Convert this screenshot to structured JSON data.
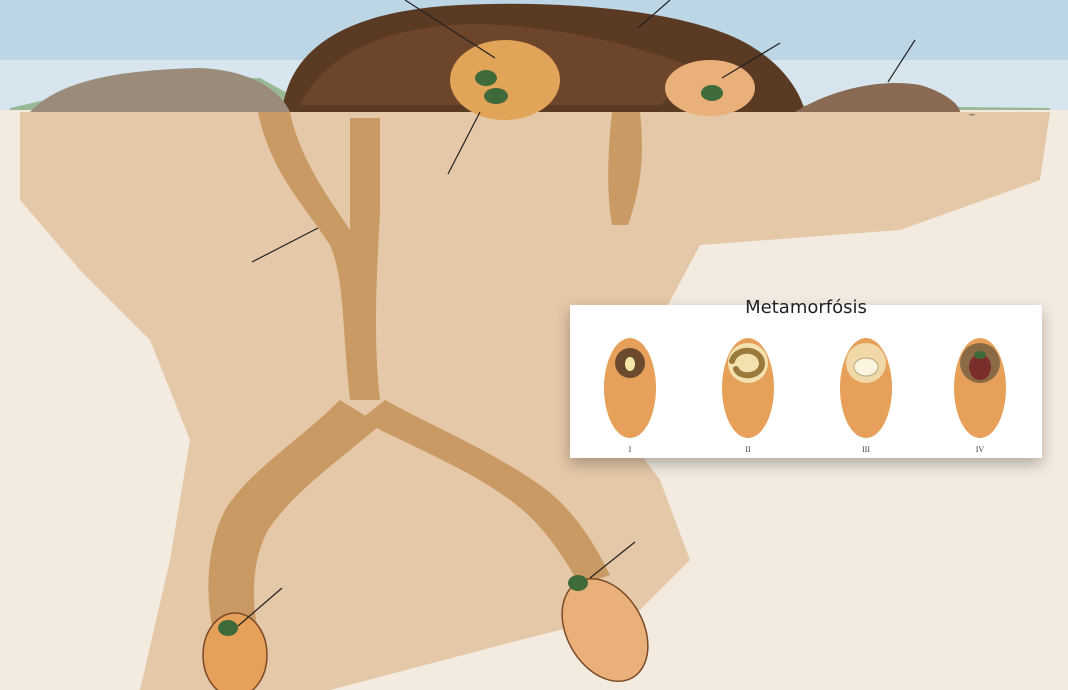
{
  "metamorphosis": {
    "title": "Metamorfósis",
    "stages": [
      {
        "numeral": "I",
        "content": "egg"
      },
      {
        "numeral": "II",
        "content": "larva"
      },
      {
        "numeral": "III",
        "content": "pupa"
      },
      {
        "numeral": "IV",
        "content": "adult-beetle"
      }
    ]
  },
  "colors": {
    "sky": "#bcd6e6",
    "soil": "#e2c29c",
    "tunnel": "#c99a63",
    "dung": "#5b3a24",
    "ball": "#e7a05a",
    "beetle": "#3f6a3a"
  }
}
